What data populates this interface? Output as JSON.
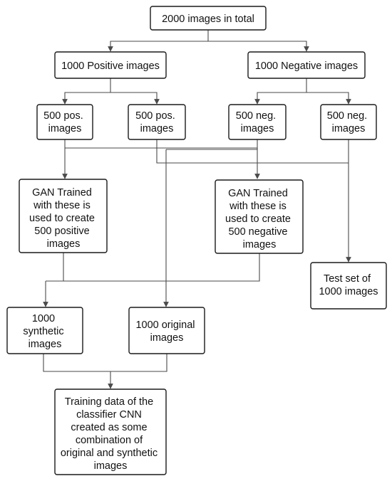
{
  "nodes": [
    {
      "id": "total",
      "lines": [
        "2000 images in total"
      ]
    },
    {
      "id": "positive",
      "lines": [
        "1000 Positive images"
      ]
    },
    {
      "id": "negative",
      "lines": [
        "1000 Negative images"
      ]
    },
    {
      "id": "pos1",
      "lines": [
        "500 pos.",
        "images"
      ]
    },
    {
      "id": "pos2",
      "lines": [
        "500 pos.",
        "images"
      ]
    },
    {
      "id": "neg1",
      "lines": [
        "500 neg.",
        "images"
      ]
    },
    {
      "id": "neg2",
      "lines": [
        "500 neg.",
        "images"
      ]
    },
    {
      "id": "gan_pos",
      "lines": [
        "GAN Trained",
        "with these is",
        "used to create",
        "500 positive",
        "images"
      ]
    },
    {
      "id": "gan_neg",
      "lines": [
        "GAN Trained",
        "with these is",
        "used to create",
        "500 negative",
        "images"
      ]
    },
    {
      "id": "test_set",
      "lines": [
        "Test set of",
        "1000 images"
      ]
    },
    {
      "id": "synthetic",
      "lines": [
        "1000",
        "synthetic",
        "images"
      ]
    },
    {
      "id": "original",
      "lines": [
        "1000 original",
        "images"
      ]
    },
    {
      "id": "training",
      "lines": [
        "Training data of the",
        "classifier CNN",
        "created as some",
        "combination of",
        "original and synthetic",
        "images"
      ]
    }
  ],
  "colors": {
    "box_border": "#1a1a1a",
    "connector": "#4a4a4a",
    "text": "#111111",
    "background": "#ffffff"
  }
}
